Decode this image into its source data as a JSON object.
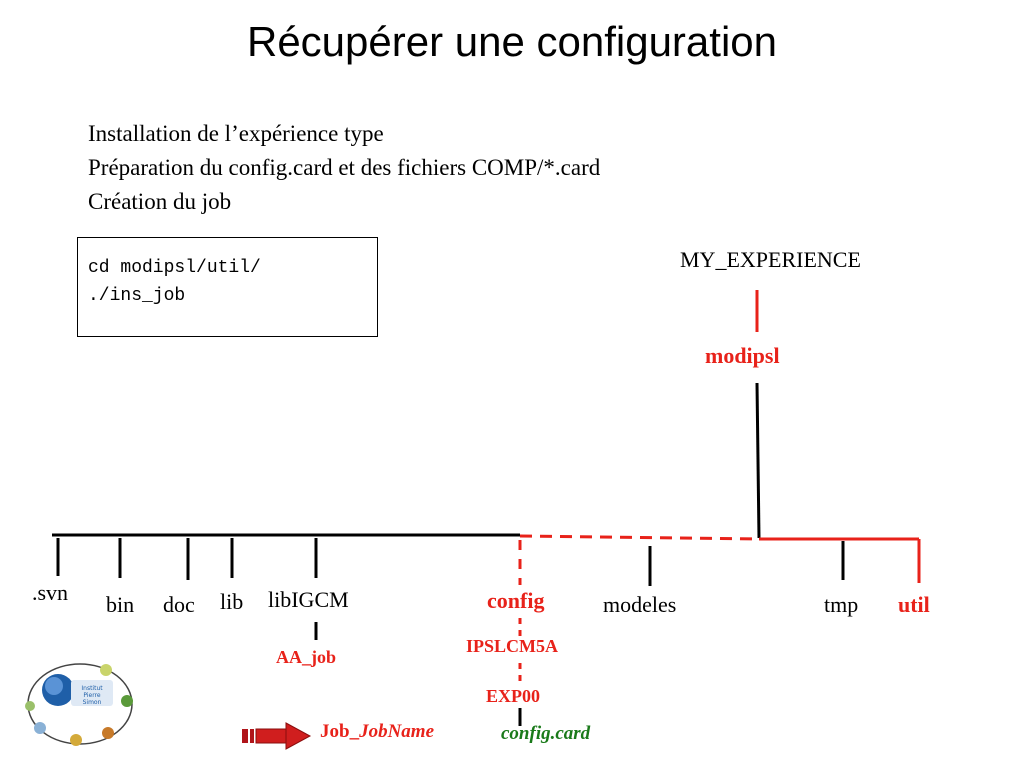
{
  "title": "Récupérer une configuration",
  "bullets": [
    "Installation de l’expérience type",
    "Préparation du config.card et des fichiers COMP/*.card",
    "Création du job"
  ],
  "code": [
    "cd modipsl/util/",
    "./ins_job"
  ],
  "tree": {
    "root": "MY_EXPERIENCE",
    "modipsl": "modipsl",
    "dirs": {
      "svn": ".svn",
      "bin": "bin",
      "doc": "doc",
      "lib": "lib",
      "libigcm": "libIGCM",
      "config": "config",
      "modeles": "modeles",
      "tmp": "tmp",
      "util": "util"
    },
    "aa_job": "AA_job",
    "ipslcm5a": "IPSLCM5A",
    "exp00": "EXP00",
    "config_card": "config.card",
    "job_prefix": "Job_",
    "job_name": "JobName"
  },
  "colors": {
    "red": "#e8221a",
    "green": "#1a7a1a",
    "black": "#000000"
  },
  "icons": [
    "ipsl-logo-icon",
    "red-arrow-icon"
  ]
}
